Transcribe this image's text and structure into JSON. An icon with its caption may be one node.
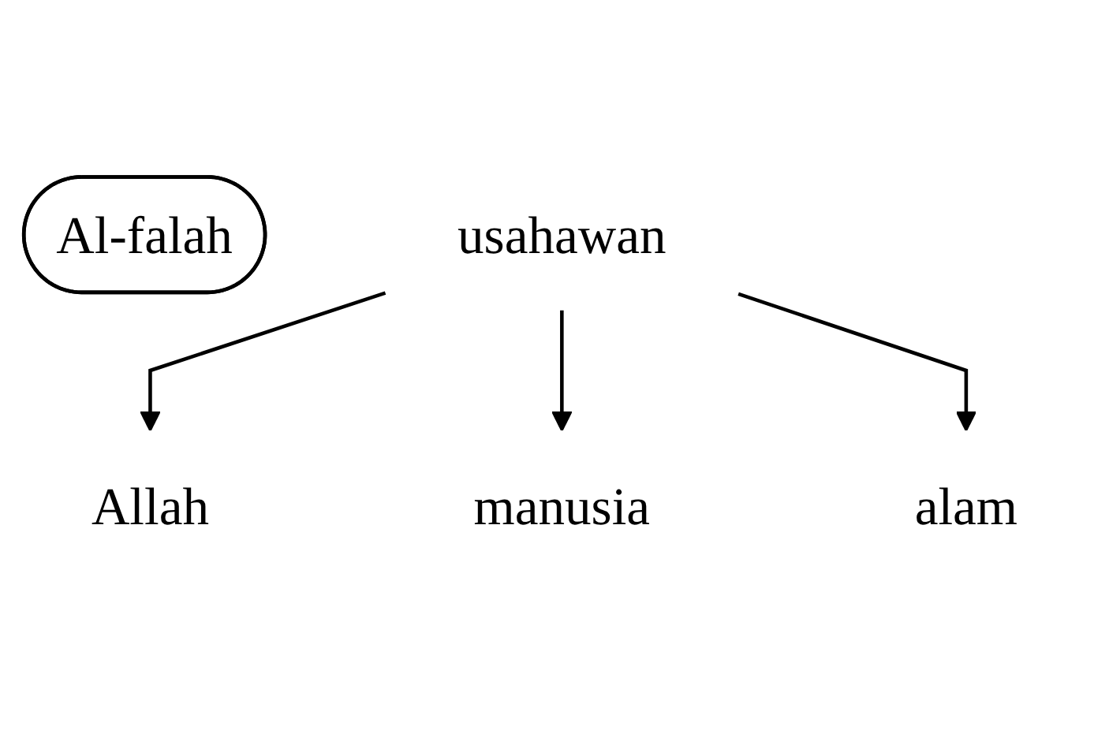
{
  "diagram": {
    "nodes": [
      {
        "text": [
          "Al-falah"
        ]
      },
      {
        "text": [
          "Allah"
        ]
      },
      {
        "text": [
          "usahawan"
        ]
      },
      {
        "text": [
          "manusia"
        ]
      },
      {
        "text": [
          "alam"
        ]
      }
    ],
    "edges": [
      {
        "from": 2,
        "to": 1,
        "arrow": "to"
      },
      {
        "from": 2,
        "to": 3,
        "arrow": "to"
      },
      {
        "from": 2,
        "to": 4,
        "arrow": "to"
      }
    ]
  }
}
